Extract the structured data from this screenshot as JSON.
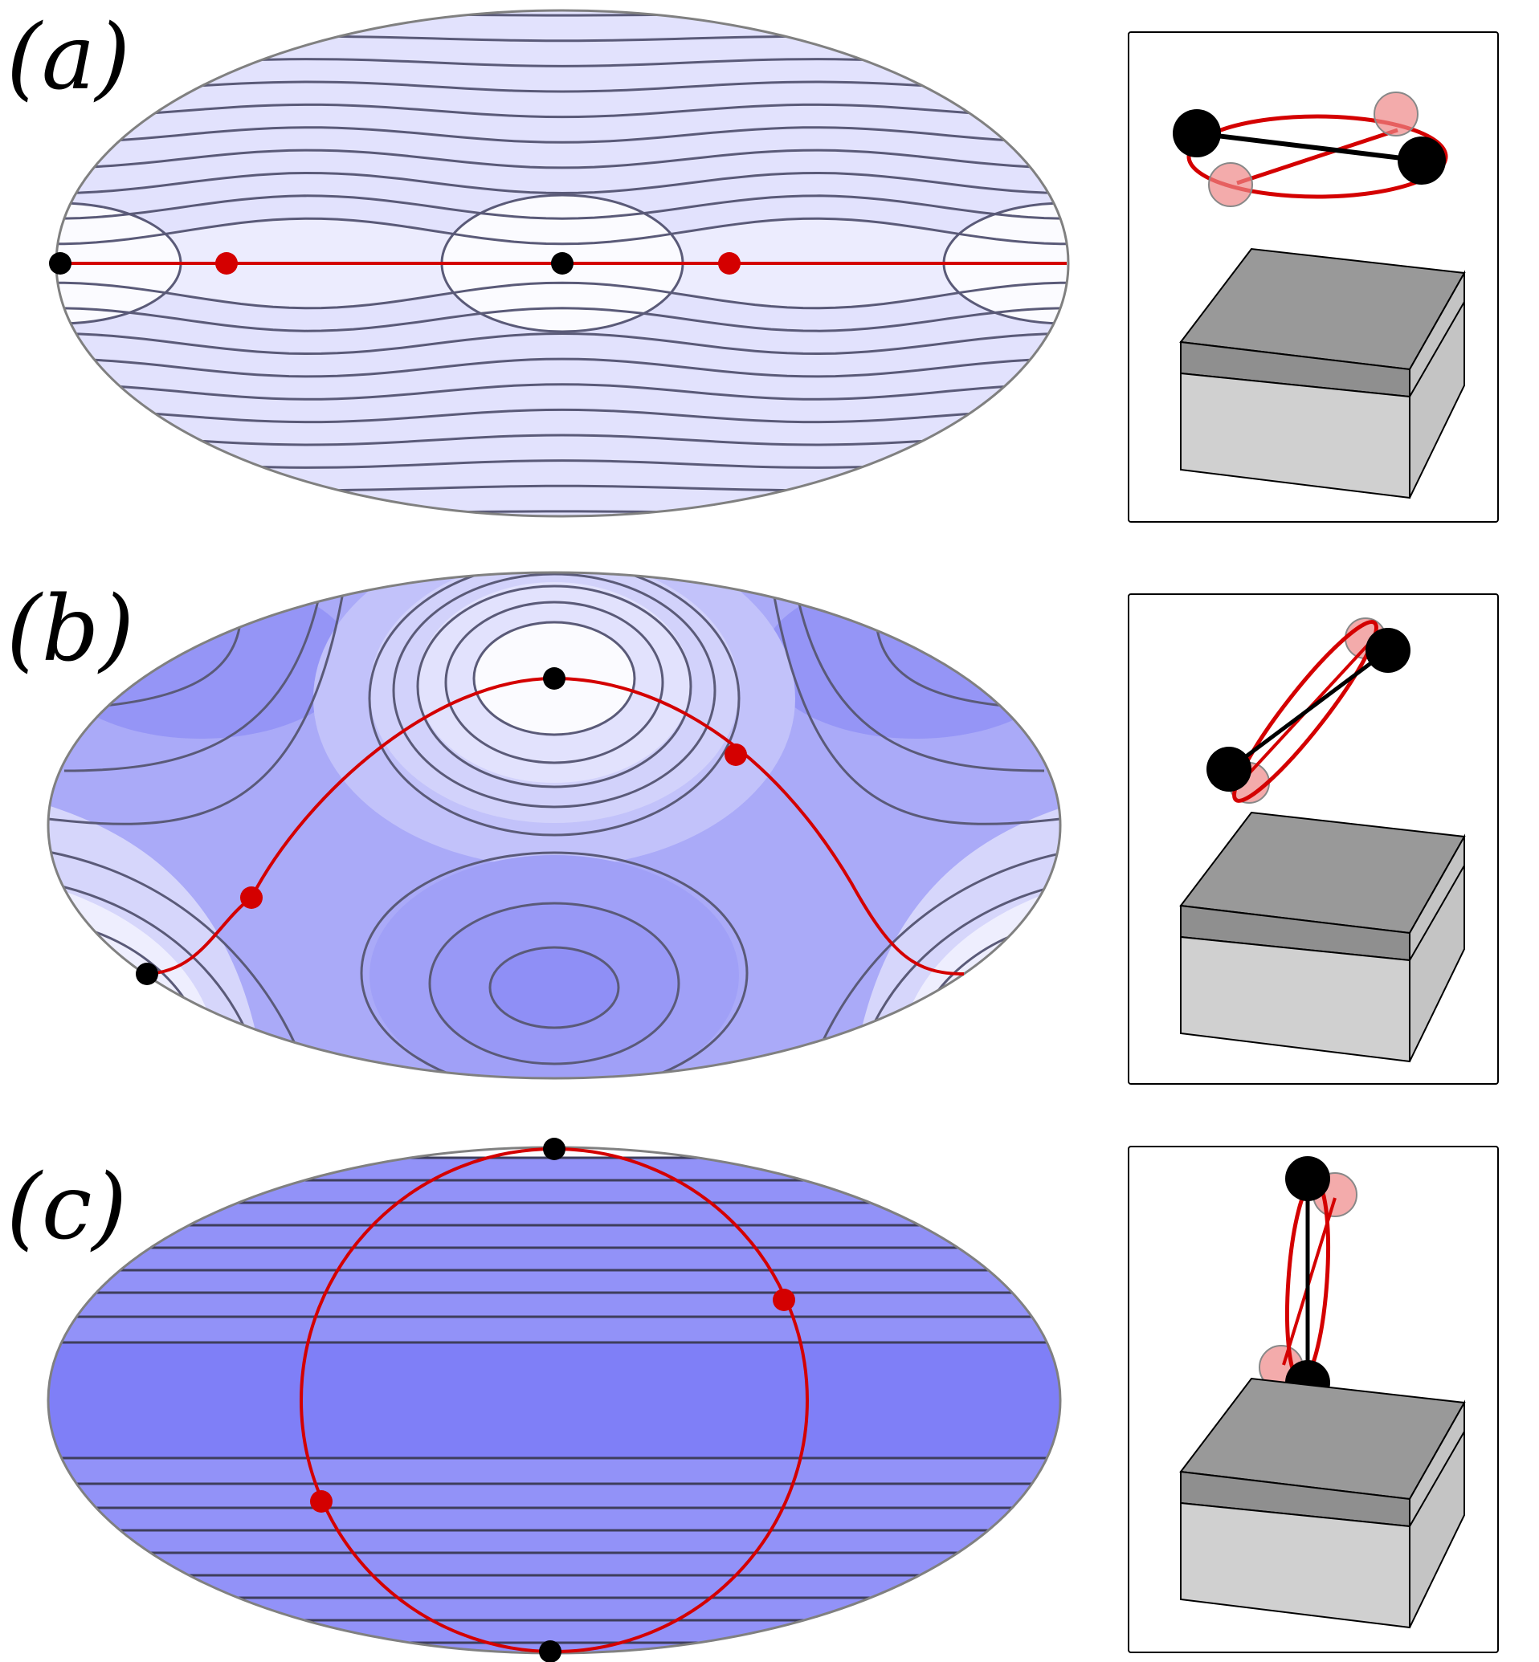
{
  "figure": {
    "panels": [
      {
        "label": "(a)",
        "map_shading": "saddle-horizontal",
        "orbit": "equator",
        "molecule_orientation": "flat"
      },
      {
        "label": "(b)",
        "map_shading": "tilted",
        "orbit": "arc",
        "molecule_orientation": "tilted"
      },
      {
        "label": "(c)",
        "map_shading": "horizontal-bands",
        "orbit": "meridian",
        "molecule_orientation": "upright"
      }
    ],
    "colors": {
      "shade_light": "#fbfbff",
      "shade_dark": "#7f7ff7",
      "contour": "#5a5a78",
      "orbit": "#d40000",
      "point_black": "#000000",
      "point_red": "#d40000",
      "box_top": "#999999",
      "box_band": "#8f8f8f",
      "box_front": "#d0d0d0",
      "box_side": "#c4c4c4"
    }
  }
}
